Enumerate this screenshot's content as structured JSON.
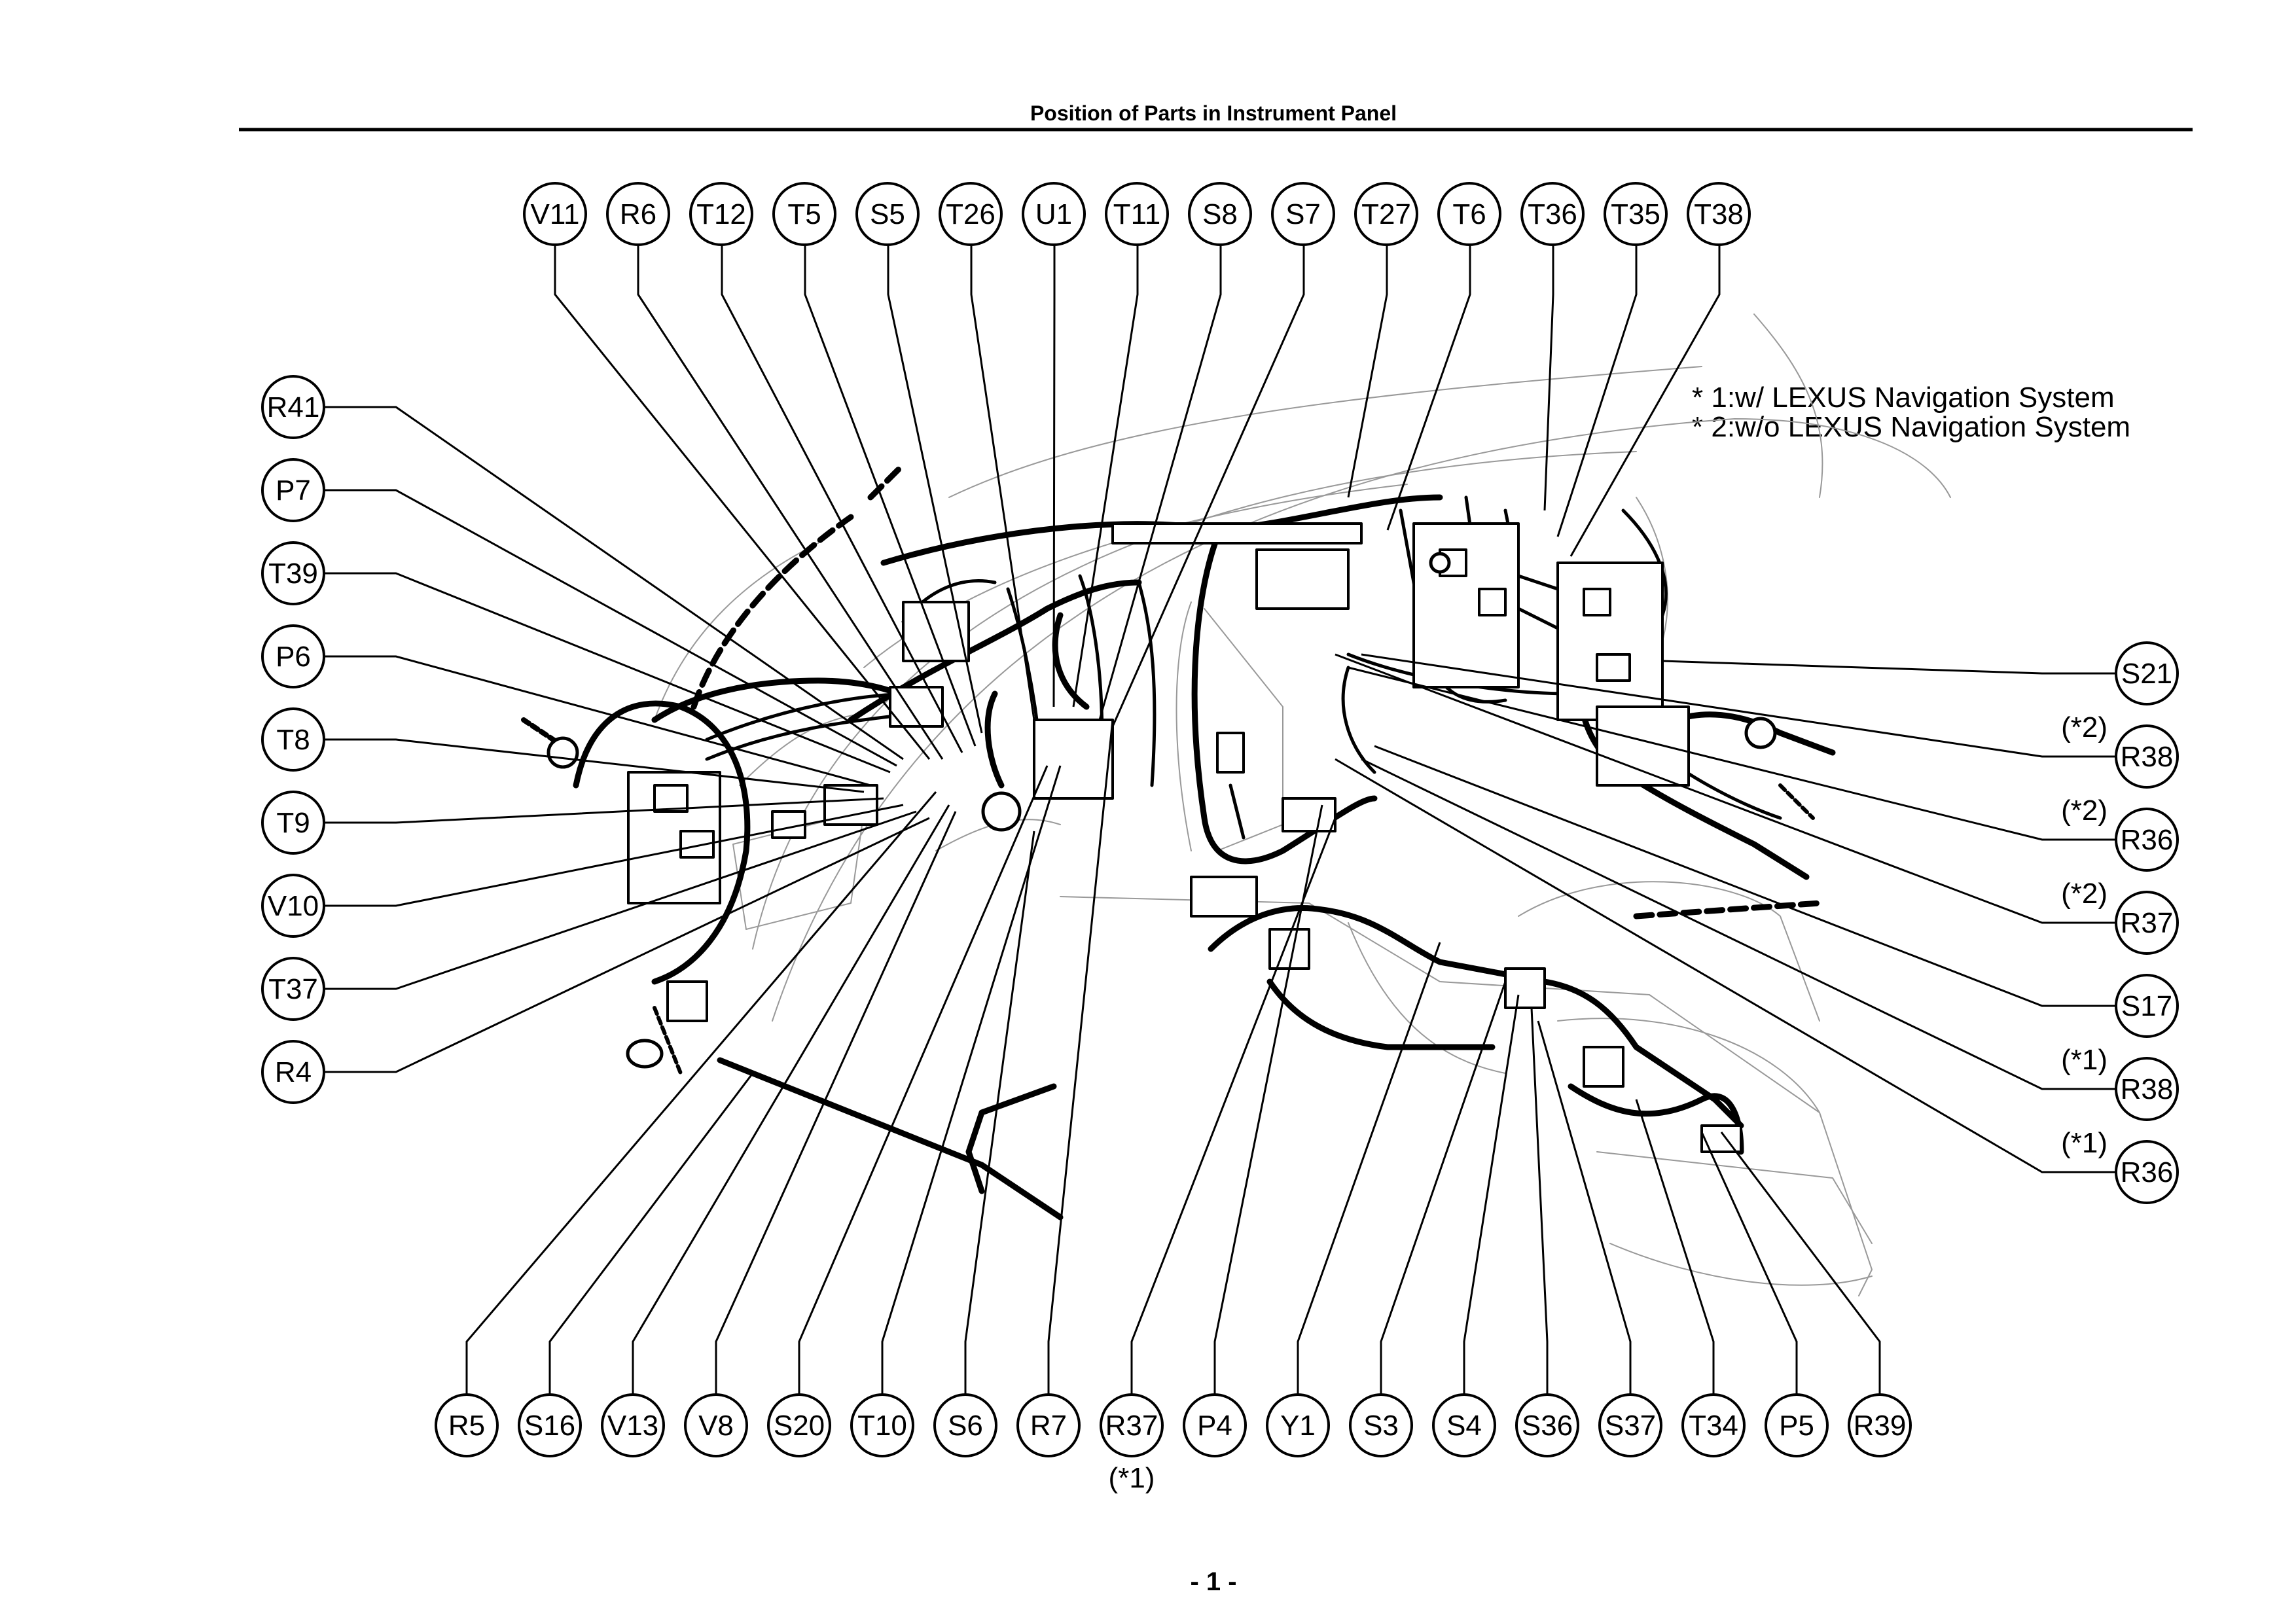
{
  "title": "Position of Parts in Instrument Panel",
  "notes": [
    "* 1:w/ LEXUS Navigation System",
    "* 2:w/o LEXUS Navigation System"
  ],
  "page_number": "- 1 -",
  "top_labels": [
    "V11",
    "R6",
    "T12",
    "T5",
    "S5",
    "T26",
    "U1",
    "T11",
    "S8",
    "S7",
    "T27",
    "T6",
    "T36",
    "T35",
    "T38"
  ],
  "left_labels": [
    "R41",
    "P7",
    "T39",
    "P6",
    "T8",
    "T9",
    "V10",
    "T37",
    "R4"
  ],
  "right_labels": [
    {
      "id": "S21",
      "note": ""
    },
    {
      "id": "R38",
      "note": "(*2)"
    },
    {
      "id": "R36",
      "note": "(*2)"
    },
    {
      "id": "R37",
      "note": "(*2)"
    },
    {
      "id": "S17",
      "note": ""
    },
    {
      "id": "R38",
      "note": "(*1)"
    },
    {
      "id": "R36",
      "note": "(*1)"
    }
  ],
  "bottom_labels": [
    {
      "id": "R5",
      "note": ""
    },
    {
      "id": "S16",
      "note": ""
    },
    {
      "id": "V13",
      "note": ""
    },
    {
      "id": "V8",
      "note": ""
    },
    {
      "id": "S20",
      "note": ""
    },
    {
      "id": "T10",
      "note": ""
    },
    {
      "id": "S6",
      "note": ""
    },
    {
      "id": "R7",
      "note": ""
    },
    {
      "id": "R37",
      "note": "(*1)"
    },
    {
      "id": "P4",
      "note": ""
    },
    {
      "id": "Y1",
      "note": ""
    },
    {
      "id": "S3",
      "note": ""
    },
    {
      "id": "S4",
      "note": ""
    },
    {
      "id": "S36",
      "note": ""
    },
    {
      "id": "S37",
      "note": ""
    },
    {
      "id": "T34",
      "note": ""
    },
    {
      "id": "P5",
      "note": ""
    },
    {
      "id": "R39",
      "note": ""
    }
  ]
}
